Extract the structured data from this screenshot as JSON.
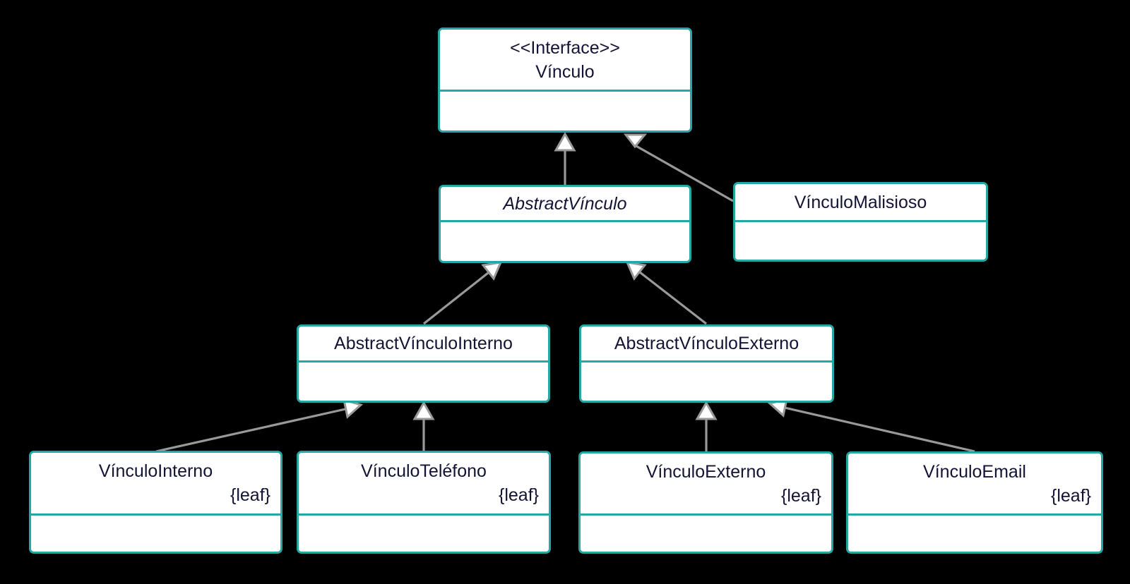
{
  "diagram": {
    "type": "uml-class-diagram",
    "language": "es",
    "colors": {
      "background": "#000000",
      "node_border": "#27a7a3",
      "node_fill": "#ffffff",
      "text": "#131336",
      "edge": "#999999",
      "arrow_fill": "#ffffff"
    },
    "classes": [
      {
        "id": "vinculo",
        "stereotype": "<<Interface>>",
        "name": "Vínculo",
        "italic": false,
        "constraint": ""
      },
      {
        "id": "abstractVinculo",
        "stereotype": "",
        "name": "AbstractVínculo",
        "italic": true,
        "constraint": ""
      },
      {
        "id": "vinculoMalisioso",
        "stereotype": "",
        "name": "VínculoMalisioso",
        "italic": false,
        "constraint": ""
      },
      {
        "id": "abstractVinculoInterno",
        "stereotype": "",
        "name": "AbstractVínculoInterno",
        "italic": false,
        "constraint": ""
      },
      {
        "id": "abstractVinculoExterno",
        "stereotype": "",
        "name": "AbstractVínculoExterno",
        "italic": false,
        "constraint": ""
      },
      {
        "id": "vinculoInterno",
        "stereotype": "",
        "name": "VínculoInterno",
        "italic": false,
        "constraint": "{leaf}"
      },
      {
        "id": "vinculoTelefono",
        "stereotype": "",
        "name": "VínculoTeléfono",
        "italic": false,
        "constraint": "{leaf}"
      },
      {
        "id": "vinculoExterno",
        "stereotype": "",
        "name": "VínculoExterno",
        "italic": false,
        "constraint": "{leaf}"
      },
      {
        "id": "vinculoEmail",
        "stereotype": "",
        "name": "VínculoEmail",
        "italic": false,
        "constraint": "{leaf}"
      }
    ],
    "relationships": [
      {
        "child": "AbstractVínculo",
        "parent": "Vínculo",
        "type": "inheritance"
      },
      {
        "child": "VínculoMalisioso",
        "parent": "Vínculo",
        "type": "inheritance"
      },
      {
        "child": "AbstractVínculoInterno",
        "parent": "AbstractVínculo",
        "type": "inheritance"
      },
      {
        "child": "AbstractVínculoExterno",
        "parent": "AbstractVínculo",
        "type": "inheritance"
      },
      {
        "child": "VínculoInterno",
        "parent": "AbstractVínculoInterno",
        "type": "inheritance"
      },
      {
        "child": "VínculoTeléfono",
        "parent": "AbstractVínculoInterno",
        "type": "inheritance"
      },
      {
        "child": "VínculoExterno",
        "parent": "AbstractVínculoExterno",
        "type": "inheritance"
      },
      {
        "child": "VínculoEmail",
        "parent": "AbstractVínculoExterno",
        "type": "inheritance"
      }
    ]
  }
}
